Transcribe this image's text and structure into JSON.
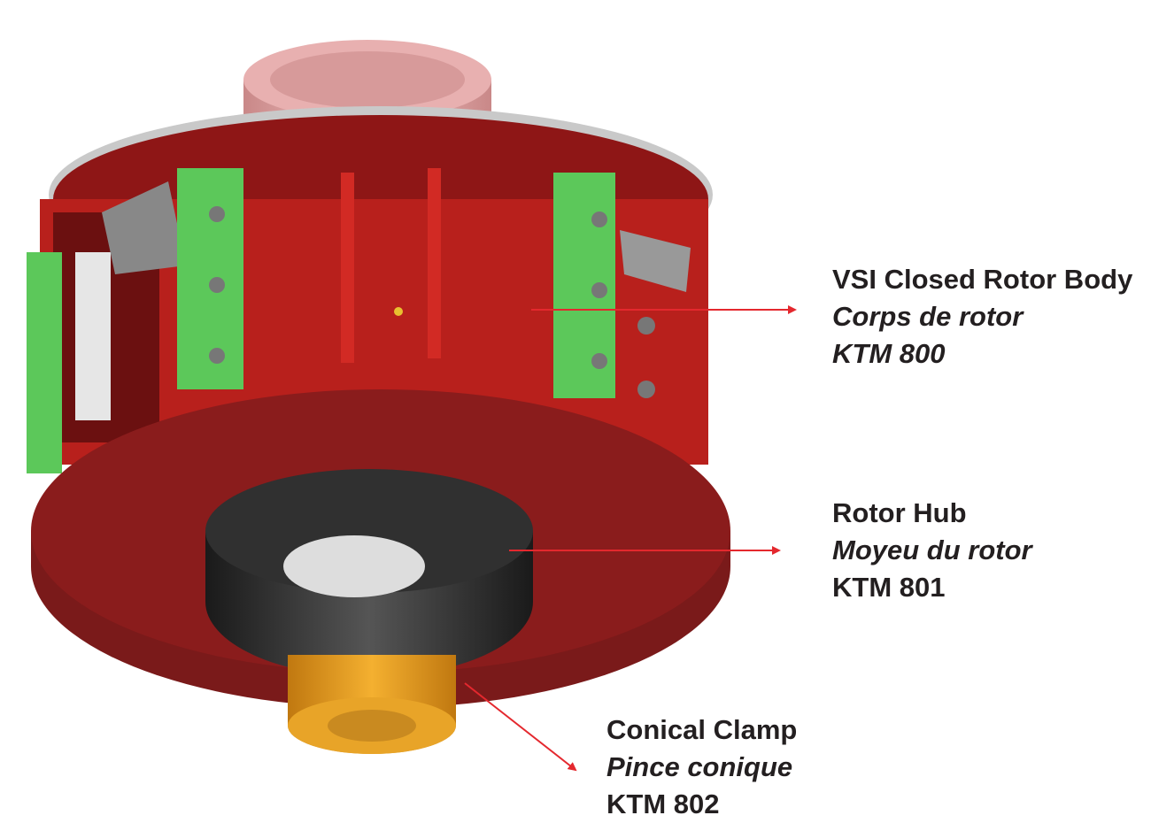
{
  "colors": {
    "arrow": "#e4282e",
    "text": "#231f20",
    "body": "#b8201c",
    "disk": "#7a1a1a",
    "liner": "#5cc85a",
    "hub": "#2a2a2a",
    "clamp": "#e39a1c",
    "top": "#e8a8a8"
  },
  "labels": {
    "rotor_body": {
      "en": "VSI Closed Rotor Body",
      "fr": "Corps de rotor",
      "code": "KTM 800"
    },
    "rotor_hub": {
      "en": "Rotor Hub",
      "fr": "Moyeu du rotor",
      "code": "KTM 801"
    },
    "conical_clamp": {
      "en": "Conical Clamp",
      "fr": "Pince conique",
      "code": "KTM 802"
    }
  }
}
